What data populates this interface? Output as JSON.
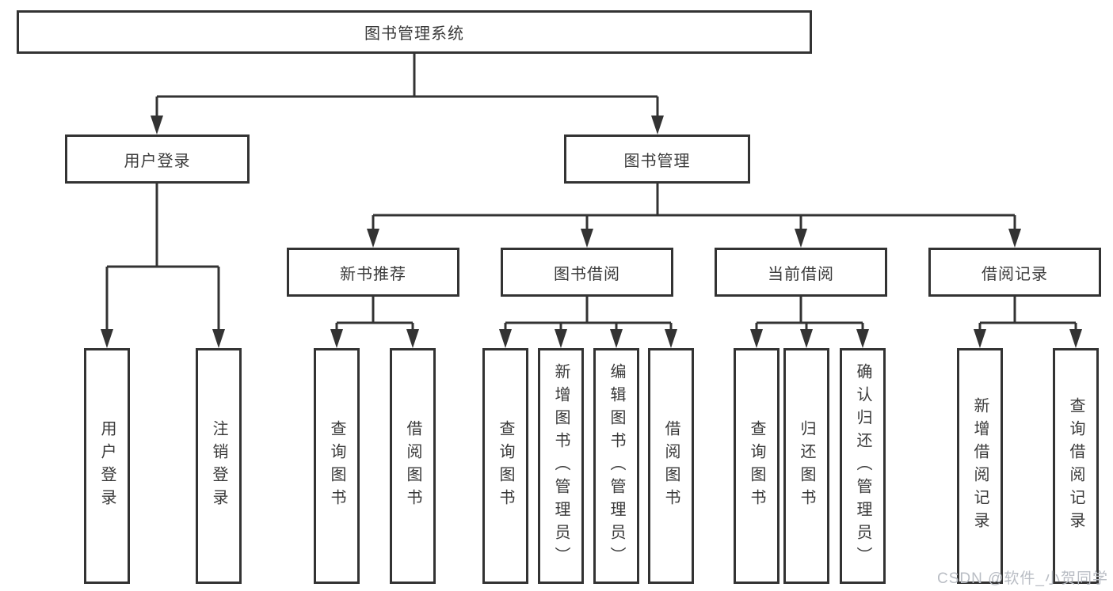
{
  "diagram": {
    "title": "图书管理系统",
    "children": [
      {
        "label": "用户登录",
        "children": [
          {
            "label": "用户登录"
          },
          {
            "label": "注销登录"
          }
        ]
      },
      {
        "label": "图书管理",
        "children": [
          {
            "label": "新书推荐",
            "children": [
              {
                "label": "查询图书"
              },
              {
                "label": "借阅图书"
              }
            ]
          },
          {
            "label": "图书借阅",
            "children": [
              {
                "label": "查询图书"
              },
              {
                "label": "新增图书（管理员）"
              },
              {
                "label": "编辑图书（管理员）"
              },
              {
                "label": "借阅图书"
              }
            ]
          },
          {
            "label": "当前借阅",
            "children": [
              {
                "label": "查询图书"
              },
              {
                "label": "归还图书"
              },
              {
                "label": "确认归还（管理员）"
              }
            ]
          },
          {
            "label": "借阅记录",
            "children": [
              {
                "label": "新增借阅记录"
              },
              {
                "label": "查询借阅记录"
              }
            ]
          }
        ]
      }
    ]
  },
  "watermark": {
    "text": "CSDN @软件_小贺同学"
  },
  "colors": {
    "line": "#333333",
    "text": "#3a3a3a",
    "background": "#ffffff",
    "watermark": "#b9bdc4"
  }
}
